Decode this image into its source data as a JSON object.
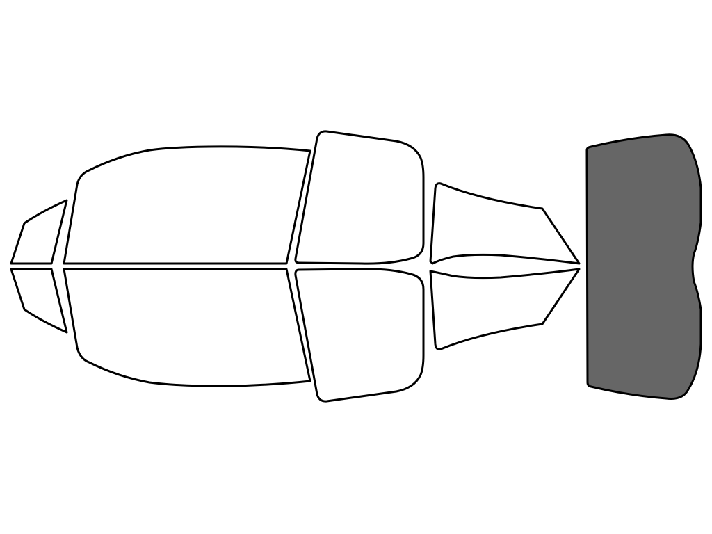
{
  "diagram": {
    "fill_unselected": "#ffffff",
    "fill_selected": "#666666",
    "stroke": "#000000",
    "panes": [
      {
        "id": "driver-front-quarter-window",
        "selected": false
      },
      {
        "id": "driver-front-door-window",
        "selected": false
      },
      {
        "id": "driver-rear-door-window",
        "selected": false
      },
      {
        "id": "driver-rear-quarter-window",
        "selected": false
      },
      {
        "id": "passenger-front-quarter-window",
        "selected": false
      },
      {
        "id": "passenger-front-door-window",
        "selected": false
      },
      {
        "id": "passenger-rear-door-window",
        "selected": false
      },
      {
        "id": "passenger-rear-quarter-window",
        "selected": false
      },
      {
        "id": "rear-windshield",
        "selected": true
      }
    ]
  }
}
